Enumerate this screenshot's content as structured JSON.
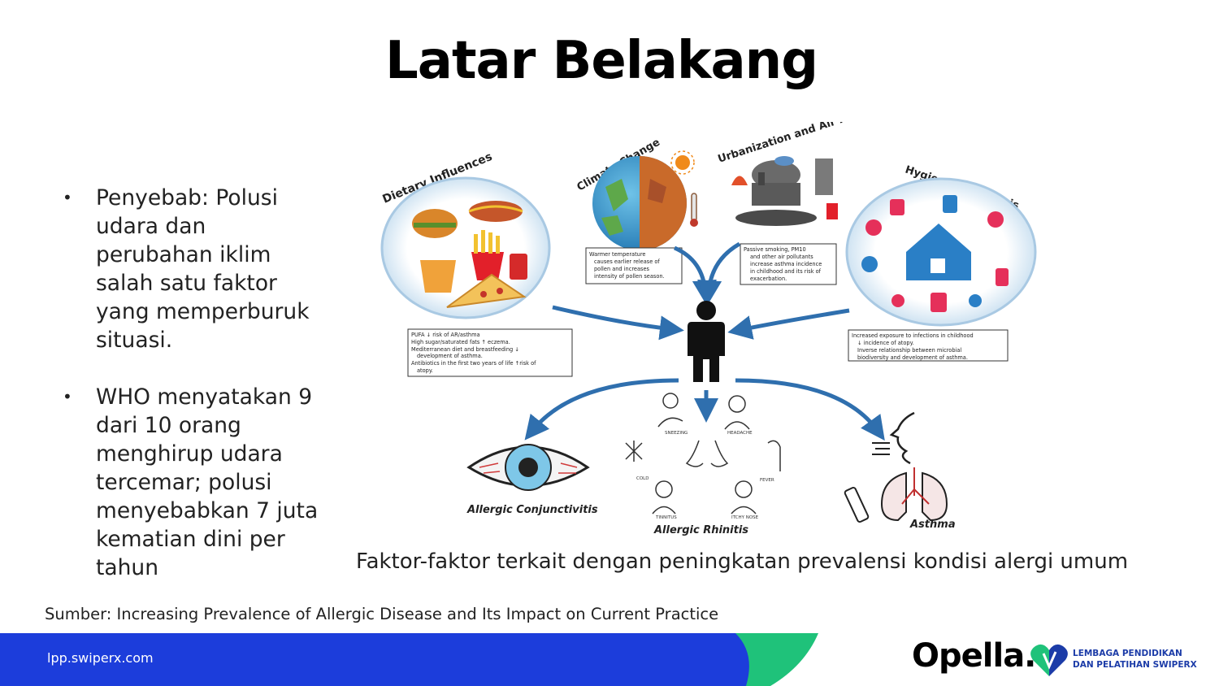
{
  "slide": {
    "title": "Latar Belakang",
    "bullets": [
      "Penyebab: Polusi udara dan perubahan iklim salah satu faktor yang memperburuk situasi.",
      "WHO menyatakan 9 dari 10 orang menghirup udara tercemar; polusi menyebabkan 7 juta kematian dini per tahun"
    ],
    "caption": "Faktor-faktor terkait dengan peningkatan prevalensi kondisi alergi umum",
    "source": "Sumber: Increasing Prevalence of Allergic Disease and Its Impact on Current Practice"
  },
  "figure": {
    "factors": {
      "dietary": "Dietary Influences",
      "climate": "Climate Change",
      "urban": "Urbanization and Air Pollution",
      "hygiene": "Hygiene Hypothesis"
    },
    "notes": {
      "dietary": [
        "PUFA ↓ risk of AR/asthma",
        "High sugar/saturated fats ↑ eczema.",
        "Mediterranean diet and breastfeeding ↓",
        "development of asthma.",
        "Antibiotics in the first two years of life ↑risk of",
        "atopy."
      ],
      "climate": [
        "Warmer temperature",
        "causes earlier release of",
        "pollen and increases",
        "intensity of pollen season."
      ],
      "urban": [
        "Passive smoking, PM10",
        "and other air pollutants",
        "increase asthma incidence",
        "in childhood and its risk of",
        "exacerbation."
      ],
      "hygiene": [
        "Increased exposure to infections in childhood",
        "↓ incidence of atopy.",
        "Inverse relationship between microbial",
        "biodiversity and development of asthma."
      ]
    },
    "symptoms": [
      "SNEEZING",
      "HEADACHE",
      "COLD",
      "FEVER",
      "TINNITUS",
      "ITCHY NOSE"
    ],
    "outcomes": {
      "conjunctivitis": "Allergic Conjunctivitis",
      "rhinitis": "Allergic Rhinitis",
      "asthma": "Asthma"
    }
  },
  "footer": {
    "url": "lpp.swiperx.com",
    "brand": "Opella.",
    "org_line1": "LEMBAGA PENDIDIKAN",
    "org_line2": "DAN PELATIHAN SWIPERX"
  },
  "colors": {
    "footer_blue": "#1c3ddb",
    "footer_green": "#1fc27a",
    "arrow_blue": "#2f6fae",
    "logo_blue": "#1c3ca8"
  }
}
